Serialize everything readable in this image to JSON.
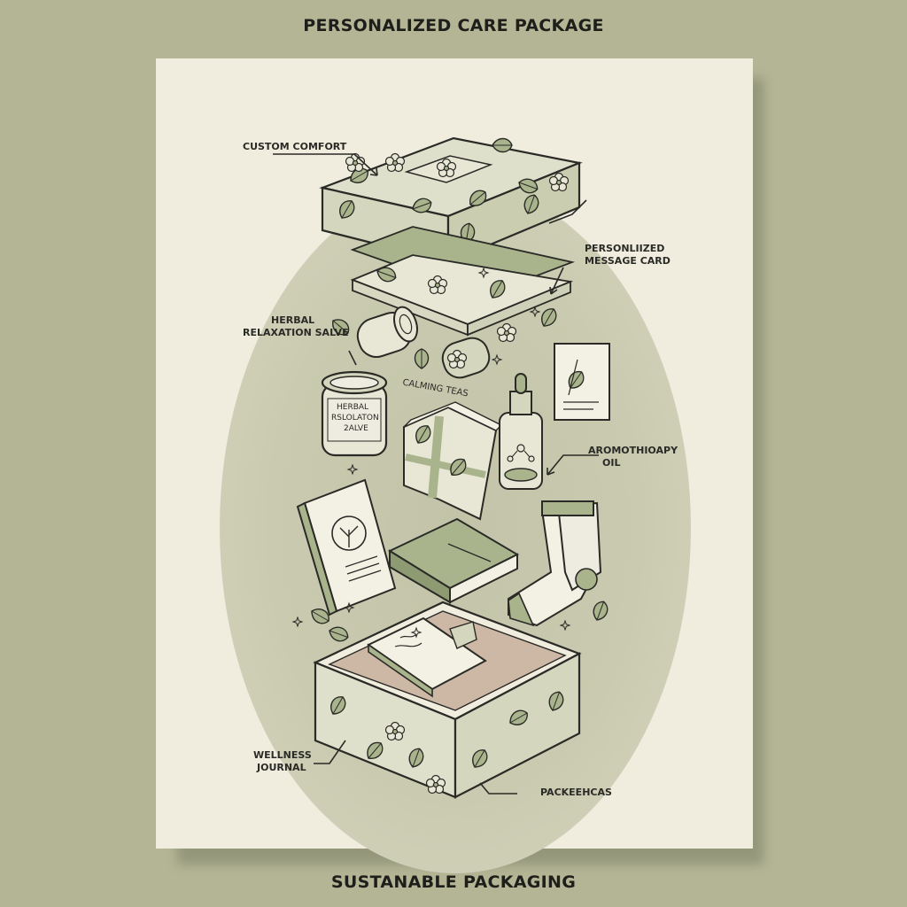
{
  "header": {
    "title": "PERSONALIZED CARE PACKAGE"
  },
  "footer": {
    "title": "SUSTANABLE PACKAGING"
  },
  "labels": {
    "custom_comfort": "CUSTOM COMFORT",
    "message_card_line1": "PERSONLIIZED",
    "message_card_line2": "MESSAGE CARD",
    "salve_label_line1": "HERBAL",
    "salve_label_line2": "RELAXATION SALVE",
    "calming_teas": "CALMING TEAS",
    "jar_text_line1": "HERBAL",
    "jar_text_line2": "RSLOLATON",
    "jar_text_line3": "2ALVE",
    "aromatherapy_line1": "AROMOTHIOAPY",
    "aromatherapy_line2": "OIL",
    "wellness_line1": "WELLNESS",
    "wellness_line2": "JOURNAL",
    "packaging": "PACKEEHCAS"
  },
  "colors": {
    "background": "#b3b595",
    "poster": "#f0ecde",
    "sage": "#a9b48d",
    "sage_dark": "#8d9a72",
    "ink": "#2a2a26",
    "tray": "#cdb8a6"
  }
}
